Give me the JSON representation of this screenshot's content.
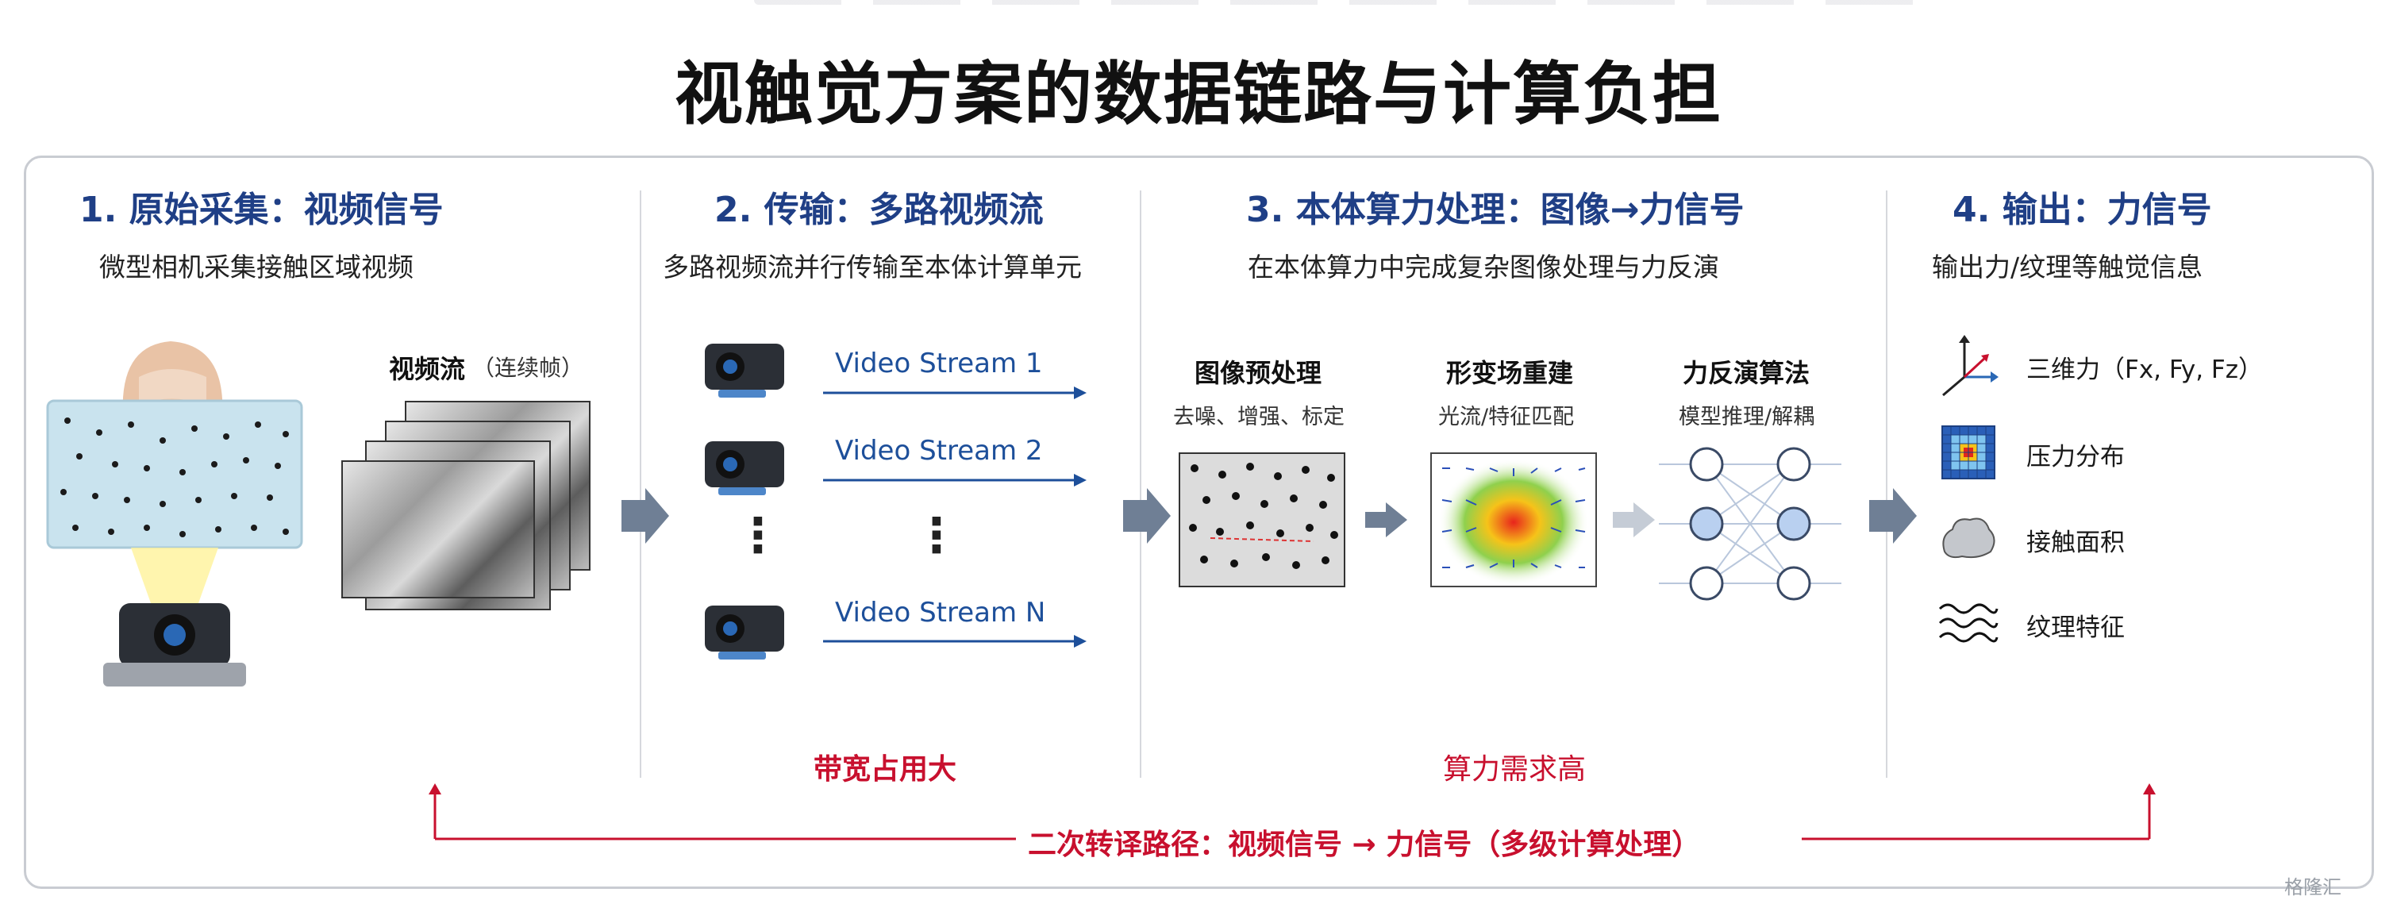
{
  "title": "视触觉方案的数据链路与计算负担",
  "sections": [
    {
      "title": "1. 原始采集：视频信号",
      "subtitle": "微型相机采集接触区域视频"
    },
    {
      "title": "2. 传输：多路视频流",
      "subtitle": "多路视频流并行传输至本体计算单元"
    },
    {
      "title": "3. 本体算力处理：图像→力信号",
      "subtitle": "在本体算力中完成复杂图像处理与力反演"
    },
    {
      "title": "4. 输出：力信号",
      "subtitle": "输出力/纹理等触觉信息"
    }
  ],
  "capture": {
    "stream_title": "视频流",
    "stream_note": "（连续帧）"
  },
  "transmission": {
    "streams": [
      "Video Stream 1",
      "Video Stream 2",
      "Video Stream N"
    ],
    "ellipsis": "⋮",
    "warning": "带宽占用大"
  },
  "processing": {
    "steps": [
      {
        "title": "图像预处理",
        "desc": "去噪、增强、标定"
      },
      {
        "title": "形变场重建",
        "desc": "光流/特征匹配"
      },
      {
        "title": "力反演算法",
        "desc": "模型推理/解耦"
      }
    ],
    "warning": "算力需求高"
  },
  "output": {
    "items": [
      {
        "label": "三维力（Fx, Fy, Fz）",
        "icon": "3d-axis-icon"
      },
      {
        "label": "压力分布",
        "icon": "pressure-grid-icon"
      },
      {
        "label": "接触面积",
        "icon": "contact-blob-icon"
      },
      {
        "label": "纹理特征",
        "icon": "texture-wave-icon"
      }
    ]
  },
  "footer": {
    "path_text": "二次转译路径：视频信号 → 力信号（多级计算处理）"
  },
  "watermark": "格隆汇",
  "colors": {
    "title_blue": "#1f3f86",
    "stream_blue": "#1d4f9a",
    "warning_red": "#c8102e",
    "arrow_gray": "#6f7f95"
  }
}
